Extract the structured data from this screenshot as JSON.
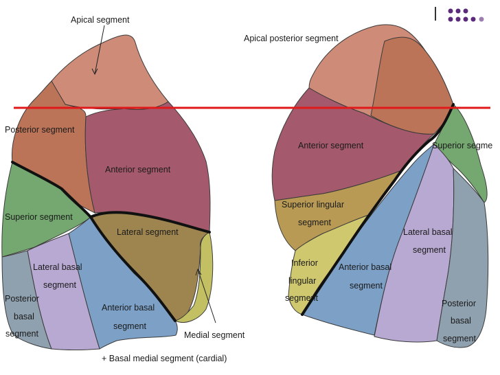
{
  "labels": {
    "apical_segment": "Apical segment",
    "apical_posterior_segment": "Apical posterior segment",
    "posterior_segment": "Posterior segment",
    "anterior_segment_right": "Anterior segment",
    "anterior_segment_left": "Anterior segment",
    "superior_segment_right": "Superior segment",
    "superior_segment_left": "Superior segme",
    "lateral_segment": "Lateral segment",
    "superior_lingular_1": "Superior lingular",
    "superior_lingular_2": "segment",
    "inferior_lingular_1": "Inferior",
    "inferior_lingular_2": "lingular",
    "inferior_lingular_3": "segment",
    "lateral_basal_right_1": "Lateral basal",
    "lateral_basal_right_2": "segment",
    "lateral_basal_left_1": "Lateral basal",
    "lateral_basal_left_2": "segment",
    "anterior_basal_right_1": "Anterior basal",
    "anterior_basal_right_2": "segment",
    "anterior_basal_left_1": "Anterior basal",
    "anterior_basal_left_2": "segment",
    "posterior_basal_right_1": "Posterior",
    "posterior_basal_right_2": "basal",
    "posterior_basal_right_3": "segment",
    "posterior_basal_left_1": "Posterior",
    "posterior_basal_left_2": "basal",
    "posterior_basal_left_3": "segment",
    "medial_segment": "Medial segment",
    "basal_medial_note": "+ Basal medial segment (cardial)"
  },
  "colors": {
    "apical": "#cd8b78",
    "posterior": "#bb7458",
    "anterior": "#a45a6c",
    "superior": "#74a870",
    "lateral": "#9e8550",
    "medial": "#c3c064",
    "lingular": "#b89a55",
    "inferior_lingular": "#cfc86e",
    "anterior_basal": "#7ca0c6",
    "lateral_basal": "#b8a9d2",
    "posterior_basal": "#8fa0ae",
    "fissure": "#111111",
    "reference_line": "#e01a1a",
    "logo_dots": "#5b2a7a"
  }
}
